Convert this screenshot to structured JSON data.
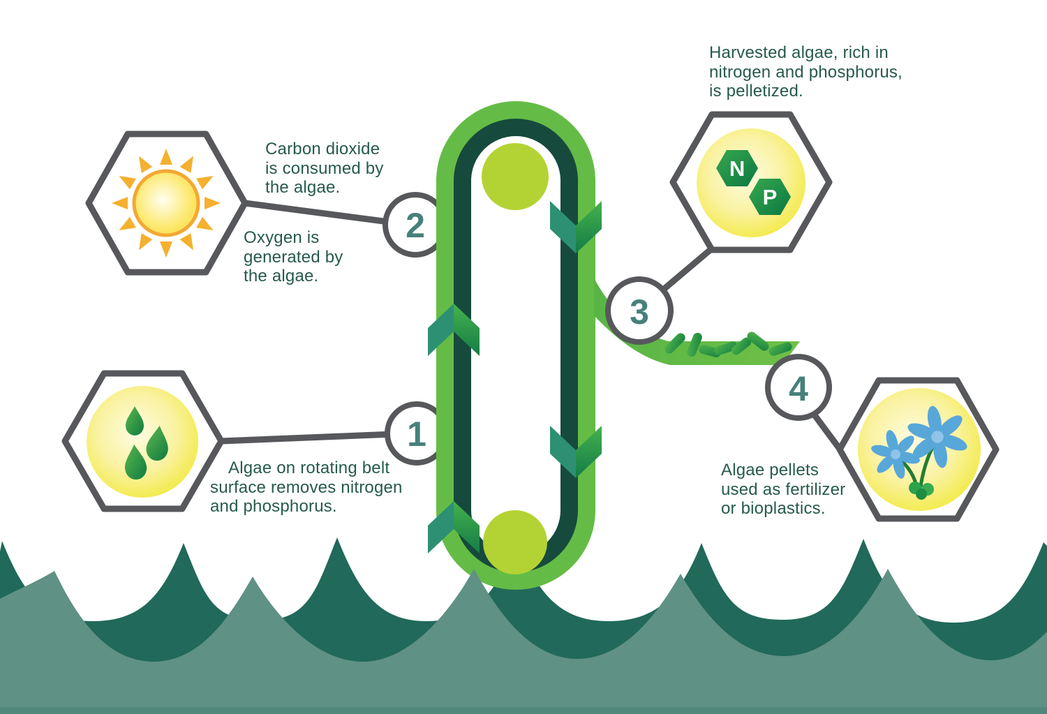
{
  "steps": {
    "s1": {
      "number": "1"
    },
    "s2": {
      "number": "2"
    },
    "s3": {
      "number": "3"
    },
    "s4": {
      "number": "4"
    }
  },
  "annotations": {
    "carbon": {
      "lines": [
        "Carbon dioxide",
        "is consumed by",
        "the algae."
      ]
    },
    "oxygen": {
      "lines": [
        "Oxygen is",
        "generated by",
        "the algae."
      ]
    },
    "harvested": {
      "lines": [
        "Harvested algae, rich in",
        "nitrogen and phosphorus,",
        "is pelletized."
      ]
    },
    "rotating_belt": {
      "lines": [
        "Algae on rotating belt",
        "surface removes nitrogen",
        "and phosphorus."
      ]
    },
    "pellets": {
      "lines": [
        "Algae pellets",
        "used as fertilizer",
        "or bioplastics."
      ]
    }
  },
  "np_badge": {
    "n": "N",
    "p": "P"
  },
  "icons": {
    "step1": "water-drops-icon",
    "step2": "sun-icon",
    "step3": "np-pellets-icon",
    "step4": "flowers-icon"
  },
  "colors": {
    "belt_outer_green": "#64BC46",
    "belt_inner_dark": "#164A3C",
    "pulley_green": "#B3D334",
    "chevron_teal": "#2D9073",
    "chevron_green": "#2FA04A",
    "wave_back": "#21695A",
    "wave_front": "#5F9184",
    "outline_gray": "#57585B",
    "text_green": "#275A4E",
    "number_teal": "#47807A",
    "hex_badge_yellow": "#F2E93A",
    "sun_yellow": "#FADF4C",
    "sun_orange": "#F3A832",
    "pellet_green": "#2E9D49",
    "flower_blue": "#58A7D9"
  }
}
